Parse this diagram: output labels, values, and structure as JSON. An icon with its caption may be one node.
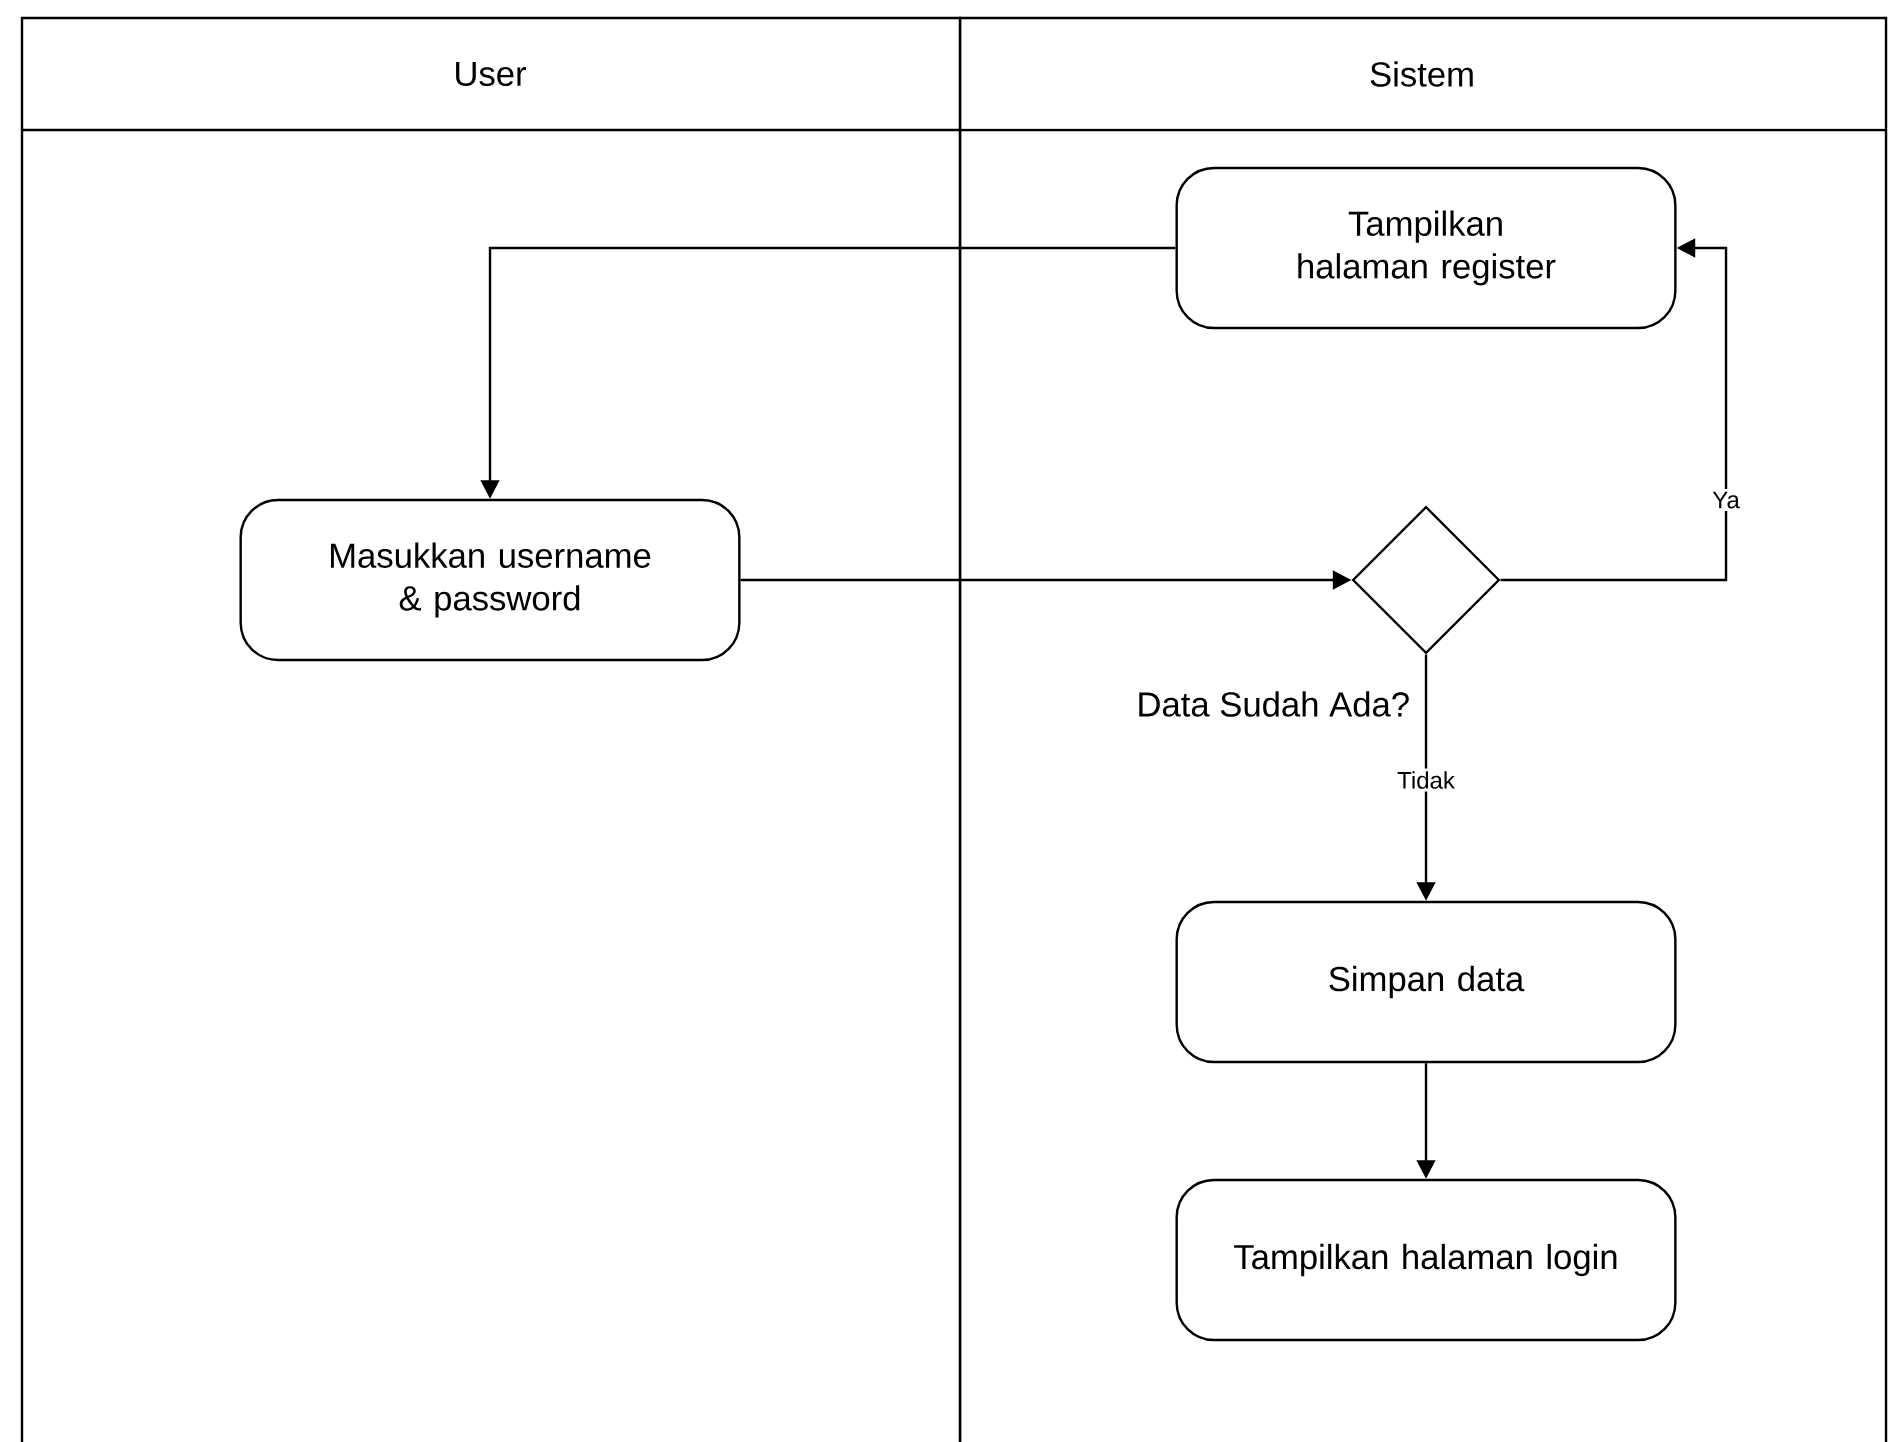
{
  "diagram": {
    "nodes": [
      {
        "text": [
          "User"
        ]
      },
      {
        "text": [
          "Sistem"
        ]
      },
      {
        "text": [
          "Tampilkan halaman register"
        ],
        "in": 1
      },
      {
        "text": [
          "Masukkan username & password"
        ],
        "in": 0
      },
      {
        "text": [
          "Data Sudah Ada?"
        ],
        "in": 1
      },
      {
        "text": [
          "Simpan data"
        ],
        "in": 1
      },
      {
        "text": [
          "Tampilkan halaman login"
        ],
        "in": 1
      }
    ],
    "edges": [
      {
        "from": 2,
        "to": 3,
        "arrow": "to"
      },
      {
        "from": 3,
        "to": 4,
        "arrow": "to"
      },
      {
        "from": 4,
        "to": 2,
        "arrow": "to",
        "label": "Ya"
      },
      {
        "from": 4,
        "to": 5,
        "arrow": "to",
        "label": "Tidak"
      },
      {
        "from": 5,
        "to": 6,
        "arrow": "to"
      }
    ]
  }
}
